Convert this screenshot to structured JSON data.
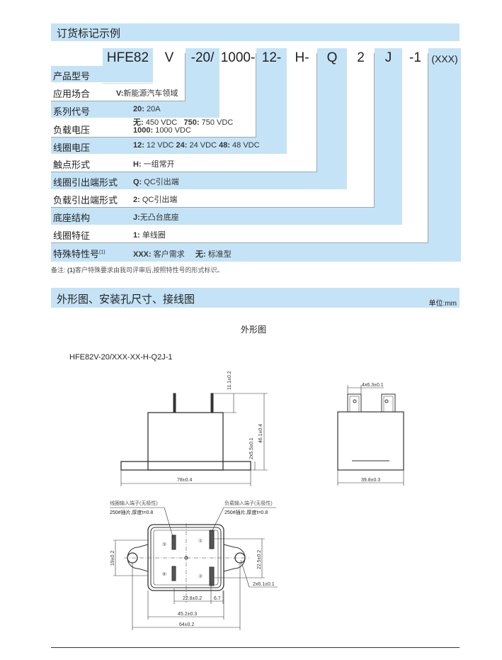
{
  "ordering": {
    "title": "订货标记示例",
    "codes": [
      "HFE82",
      "V",
      "-20/",
      "1000-",
      "12-",
      "H-",
      "Q",
      "2",
      "J",
      "-1",
      "(XXX)"
    ],
    "rows": [
      {
        "label": "产品型号",
        "values": []
      },
      {
        "label": "应用场合",
        "values": [
          {
            "k": "V:",
            "v": "新能源汽车领域"
          }
        ]
      },
      {
        "label": "系列代号",
        "values": [
          {
            "k": "20:",
            "v": " 20A"
          }
        ]
      },
      {
        "label": "负载电压",
        "values": [
          {
            "k": "无:",
            "v": " 450 VDC"
          },
          {
            "k": "750:",
            "v": " 750 VDC"
          },
          {
            "k": "1000:",
            "v": " 1000 VDC"
          }
        ]
      },
      {
        "label": "线圈电压",
        "values": [
          {
            "k": "12:",
            "v": " 12 VDC"
          },
          {
            "k": "24:",
            "v": " 24 VDC"
          },
          {
            "k": "48:",
            "v": " 48 VDC"
          }
        ]
      },
      {
        "label": "触点形式",
        "values": [
          {
            "k": "H:",
            "v": " 一组常开"
          }
        ]
      },
      {
        "label": "线圈引出端形式",
        "values": [
          {
            "k": "Q:",
            "v": " QC引出端"
          }
        ]
      },
      {
        "label": "负载引出端形式",
        "values": [
          {
            "k": "2:",
            "v": " QC引出端"
          }
        ]
      },
      {
        "label": "底座结构",
        "values": [
          {
            "k": "J:",
            "v": "无凸台底座"
          }
        ]
      },
      {
        "label": "线圈特征",
        "values": [
          {
            "k": "1:",
            "v": " 单线圈"
          }
        ]
      },
      {
        "label": "特殊特性号",
        "sup": "(1)",
        "values": [
          {
            "k": "XXX:",
            "v": " 客户需求"
          },
          {
            "k": "无:",
            "v": " 标准型"
          }
        ]
      }
    ],
    "note_prefix": "备注: ",
    "note_num": "(1)",
    "note_text": "客户特殊要求由我司评审后,按照特性号的形式标识。"
  },
  "dimensions": {
    "title": "外形图、安装孔尺寸、接线图",
    "unit": "单位:mm",
    "subtitle": "外形图",
    "model": "HFE82V-20/XXX-XX-H-Q2J-1",
    "front": {
      "pin_height": "11.1±0.2",
      "height": "46.1±0.4",
      "flange": "2x5.5±0.1",
      "width": "78±0.4"
    },
    "side": {
      "pin_width": "4x6.3±0.1",
      "width": "39.8±0.3"
    },
    "bottom": {
      "coil_label": "线圈输入端子(无极性)",
      "coil_spec": "250#插片,厚度t=0.8",
      "load_label": "负载输入端子(无极性)",
      "load_spec": "250#插片,厚度t=0.8",
      "d19": "19±0.2",
      "d22_5": "22.5±0.2",
      "hole": "2x6.1±0.1",
      "d22_8": "22.8±0.2",
      "d6_7": "6.7",
      "d45_2": "45.2±0.3",
      "d64": "64±0.2",
      "pins": [
        "⑤",
        "⑥",
        "①",
        "②"
      ]
    }
  },
  "colors": {
    "band": "#c5e3f6",
    "line": "#333333"
  }
}
